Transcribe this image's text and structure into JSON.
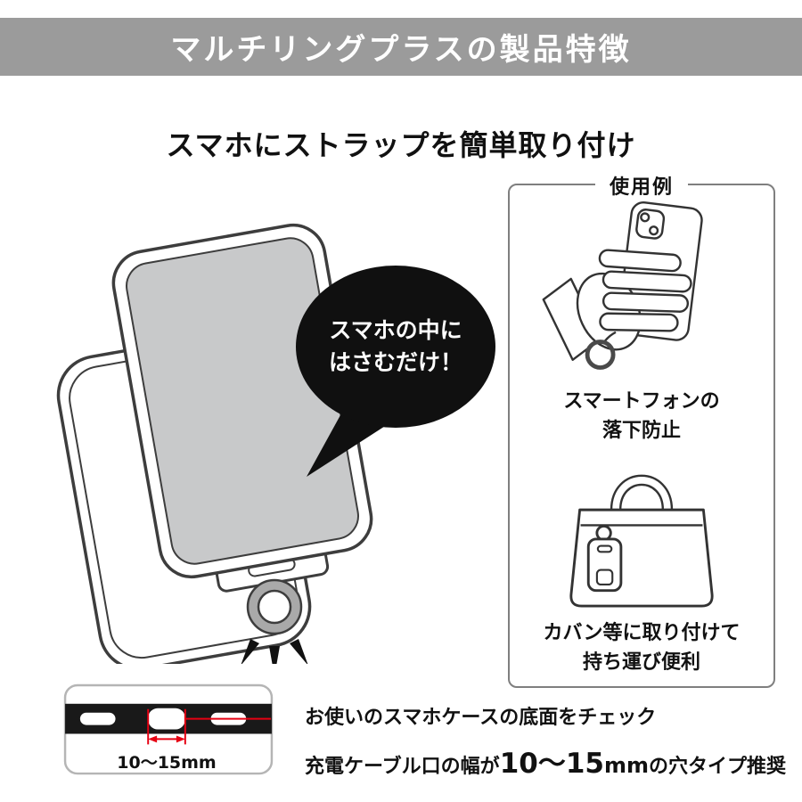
{
  "header": {
    "title": "マルチリングプラスの製品特徴"
  },
  "subtitle": "スマホにストラップを簡単取り付け",
  "left_illustration": {
    "bubble_line1": "スマホの中に",
    "bubble_line2": "はさむだけ！"
  },
  "usage_box": {
    "label": "使用例",
    "items": [
      {
        "caption_line1": "スマートフォンの",
        "caption_line2": "落下防止"
      },
      {
        "caption_line1": "カバン等に取り付けて",
        "caption_line2": "持ち運び便利"
      }
    ]
  },
  "bottom": {
    "measurement": "10〜15mm",
    "check_line": "お使いのスマホケースの底面をチェック",
    "recommend_prefix": "充電ケーブル口の幅が",
    "recommend_emphasis": "10〜15",
    "recommend_unit": "mm",
    "recommend_suffix": "の穴タイプ推奨"
  },
  "colors": {
    "banner_bg": "#9b9b9b",
    "accent_red": "#e60012",
    "bubble_bg": "#101010",
    "screen_gray": "#c8c9ca",
    "arrow_gray": "#8e8f90"
  }
}
